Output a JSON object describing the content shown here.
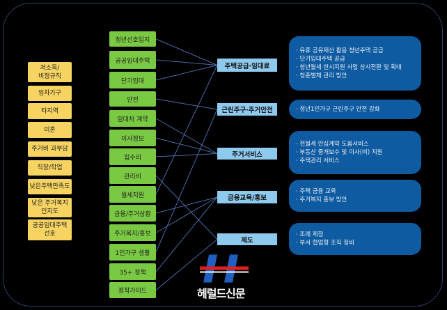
{
  "factors": [
    "저소득/\n비정규직",
    "임차가구",
    "타지역",
    "미혼",
    "주거비 과부담",
    "직장/학업",
    "낮은주택만족도",
    "낮은 주거복지\n인지도",
    "공공임대주택\n선호"
  ],
  "needs": [
    "청년선호입지",
    "공공임대주택",
    "단기임대",
    "안전",
    "임대차 계약",
    "이사정보",
    "집수리",
    "관리비",
    "월세지원",
    "금융/주거상황",
    "주거복지/홍보",
    "1인가구 생활",
    "35+ 정책",
    "정착가이드"
  ],
  "categories": [
    "주택공급·임대료",
    "근린주구·주거안전",
    "주거서비스",
    "금융교육/홍보",
    "제도"
  ],
  "policies": [
    [
      "· 유휴 공유재산 활용 청년주택 공급",
      "· 단기임대주택 공급",
      "· 청년월세 한시지원 사업 상시전환 및 확대",
      "· 청춘별채 관리 방안"
    ],
    [
      "· 청년1인가구 근린주구 안전 강화"
    ],
    [
      "· 전월세 안심계약 도움서비스",
      "· 부동산 중개보수 및 이사(비) 지원",
      "· 주택관리 서비스"
    ],
    [
      "· 주택 금융 교육",
      "· 주거복지 홍보 방안"
    ],
    [
      "· 조례 제정",
      "· 부서 협업형 조직 정비"
    ]
  ],
  "logo": {
    "text": "헤럴드신문"
  }
}
